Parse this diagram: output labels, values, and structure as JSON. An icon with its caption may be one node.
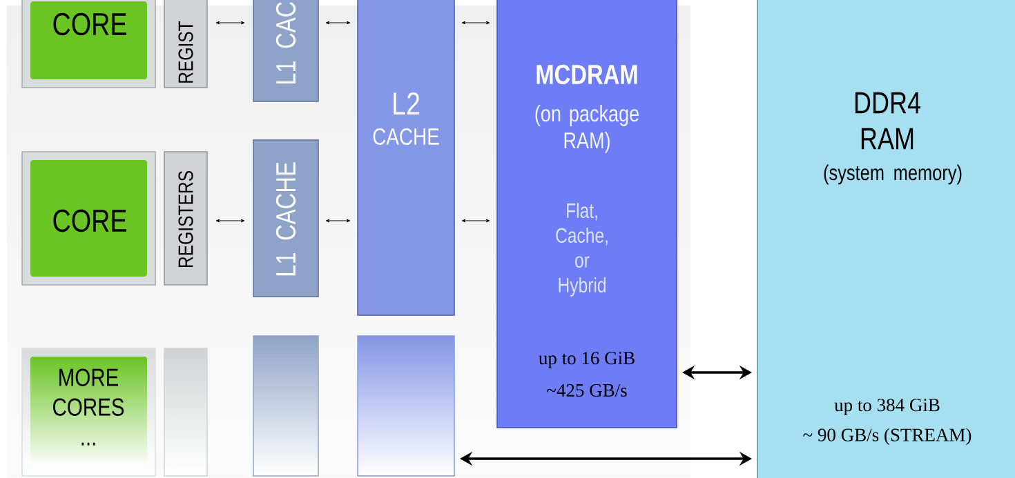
{
  "diagram": {
    "nodes": [
      {
        "text": [
          "CORE"
        ]
      },
      {
        "text": [
          "REGIST"
        ]
      },
      {
        "text": [
          "L1 CAC"
        ]
      },
      {
        "text": [
          "L2",
          "CACHE"
        ]
      },
      {
        "text": [
          "MCDRAM",
          "(on package RAM)",
          "Flat, Cache, or Hybrid",
          "up to 16 GiB",
          "~425 GB/s"
        ]
      },
      {
        "text": [
          "DDR4 RAM",
          "(system memory)",
          "up to 384 GiB",
          "~ 90 GB/s (STREAM)"
        ]
      },
      {
        "text": [
          "CORE"
        ]
      },
      {
        "text": [
          "REGISTERS"
        ]
      },
      {
        "text": [
          "L1 CACHE"
        ]
      },
      {
        "text": [
          "MORE CORES ..."
        ]
      },
      {
        "text": [],
        "shape": "bar"
      },
      {
        "text": [],
        "shape": "bar"
      },
      {
        "text": [],
        "shape": "bar"
      }
    ],
    "edges": [
      {
        "from": 1,
        "to": 2,
        "arrow": "both"
      },
      {
        "from": 2,
        "to": 3,
        "arrow": "both"
      },
      {
        "from": 3,
        "to": 4,
        "arrow": "both"
      },
      {
        "from": 7,
        "to": 8,
        "arrow": "both"
      },
      {
        "from": 8,
        "to": 3,
        "arrow": "both"
      },
      {
        "from": 3,
        "to": 4,
        "arrow": "both"
      },
      {
        "from": 4,
        "to": 5,
        "arrow": "both",
        "style": "thick"
      },
      {
        "from": 12,
        "to": 5,
        "arrow": "both",
        "style": "thick"
      }
    ]
  }
}
